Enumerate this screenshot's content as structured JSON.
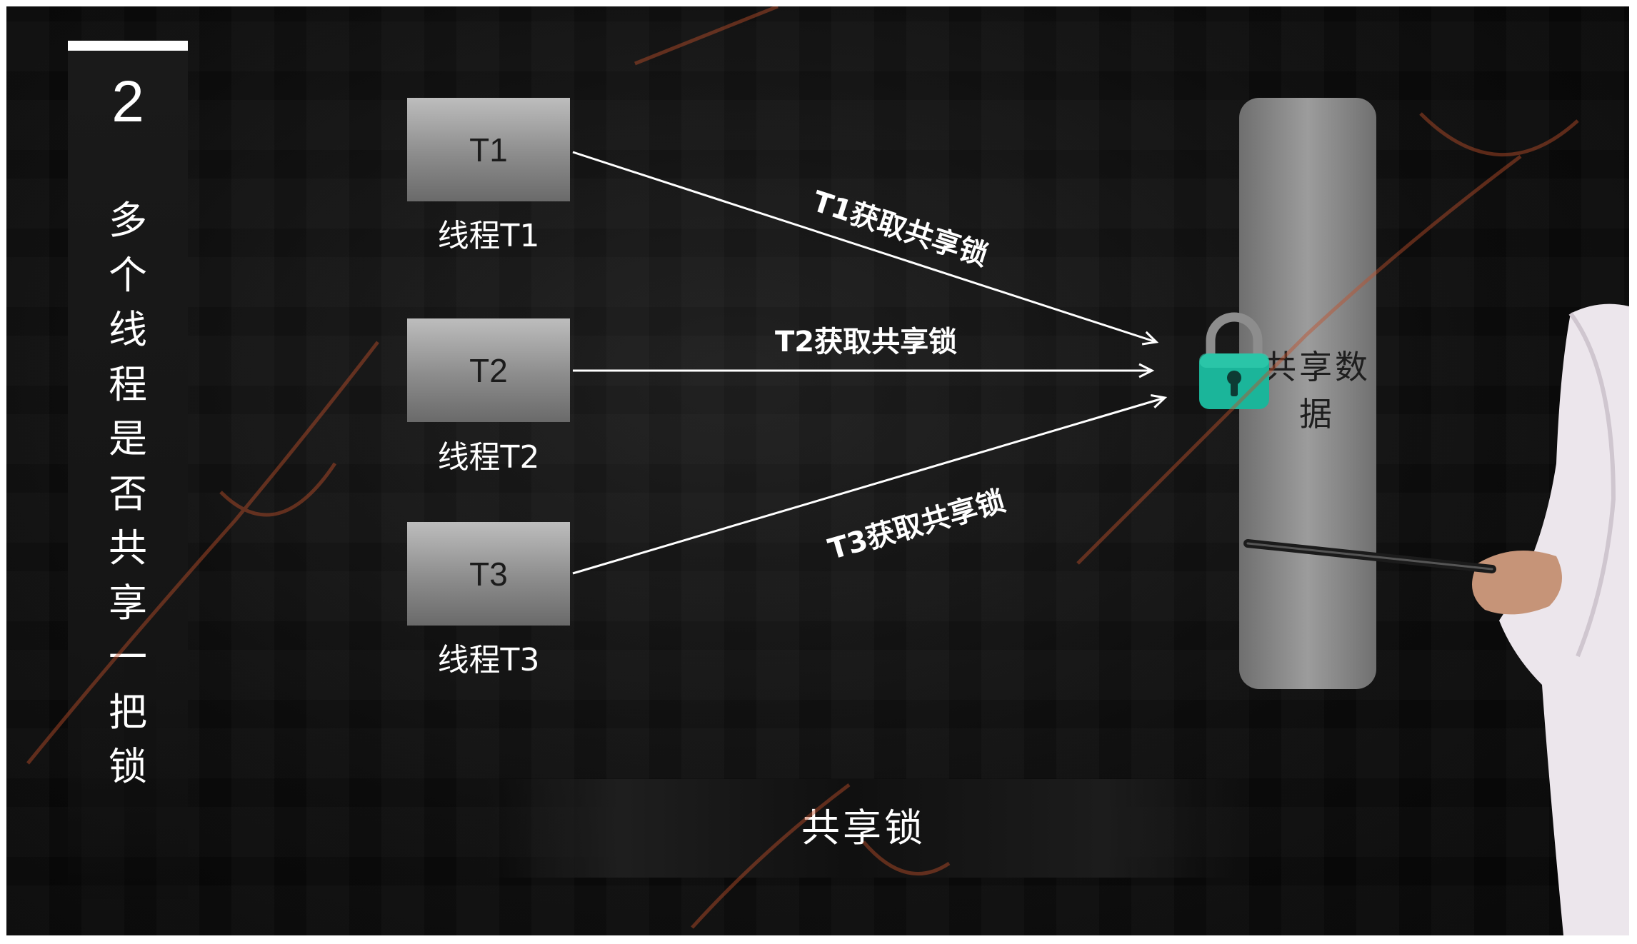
{
  "slide": {
    "section_number": "2",
    "section_title": "多个线程是否共享一把锁",
    "bottom_title": "共享锁"
  },
  "threads": [
    {
      "box_label": "T1",
      "caption": "线程T1",
      "arrow_label": "T1获取共享锁"
    },
    {
      "box_label": "T2",
      "caption": "线程T2",
      "arrow_label": "T2获取共享锁"
    },
    {
      "box_label": "T3",
      "caption": "线程T3",
      "arrow_label": "T3获取共享锁"
    }
  ],
  "shared_data": {
    "label": "共享数据",
    "icon": "lock-icon",
    "icon_color": "#1bb59a"
  },
  "colors": {
    "background": "#0b0b0b",
    "box": "#9a9a9a",
    "pillar": "#8a8a8a",
    "arrow": "#ffffff",
    "watermark": "#c0502a"
  }
}
